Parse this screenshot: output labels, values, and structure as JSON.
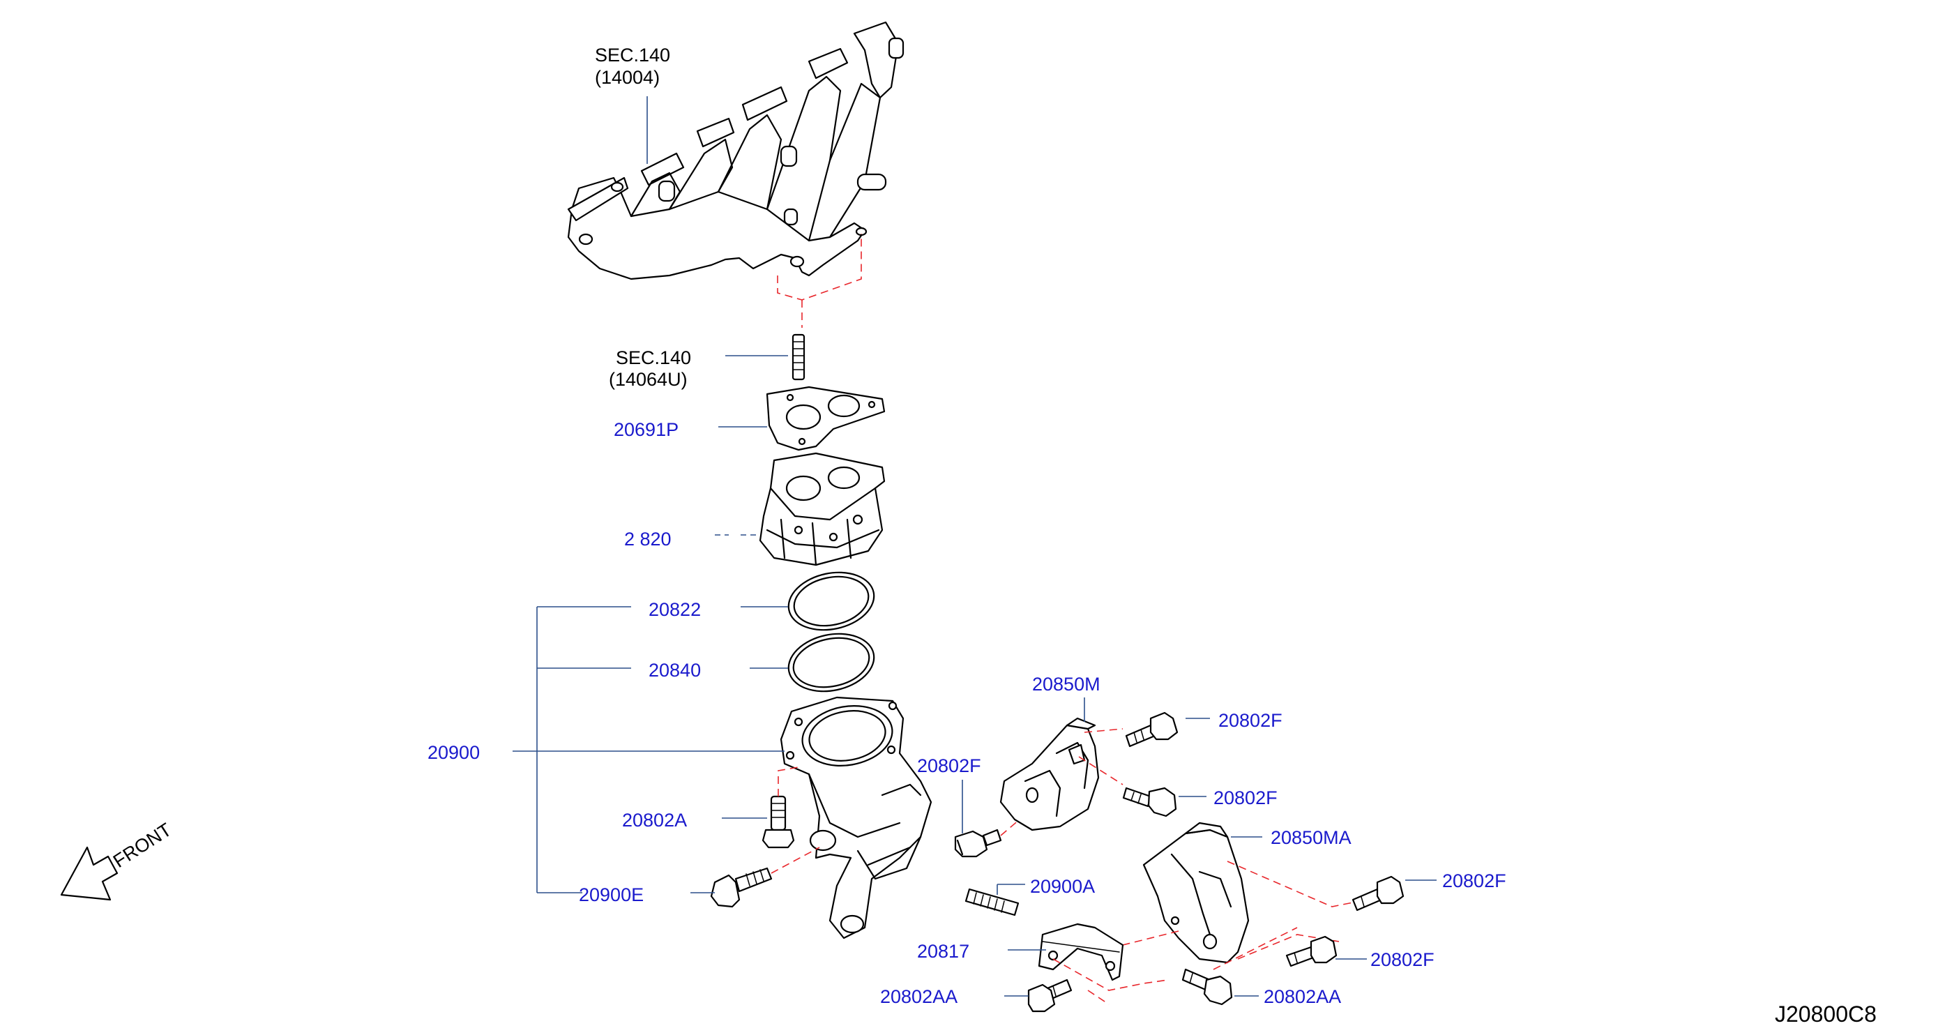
{
  "diagram_code": "J20800C8",
  "front_label": "FRONT",
  "labels": {
    "sec140_manifold": "SEC.140",
    "sec140_manifold_part": "(14004)",
    "sec140_stud": "SEC.140",
    "sec140_stud_part": "(14064U)",
    "p20691P": "20691P",
    "p2820": "2  820",
    "p20822": "20822",
    "p20840": "20840",
    "p20900": "20900",
    "p20802A": "20802A",
    "p20900E": "20900E",
    "p20850M": "20850M",
    "p20802F_1": "20802F",
    "p20802F_2": "20802F",
    "p20802F_left": "20802F",
    "p20850MA": "20850MA",
    "p20900A": "20900A",
    "p20802F_3": "20802F",
    "p20802F_4": "20802F",
    "p20817": "20817",
    "p20802AA_1": "20802AA",
    "p20802AA_2": "20802AA"
  },
  "colors": {
    "part_number_text": "#1a1acc",
    "section_text": "#000000",
    "leader_line": "#2b4f8a",
    "alignment_dash": "#e8262b"
  }
}
